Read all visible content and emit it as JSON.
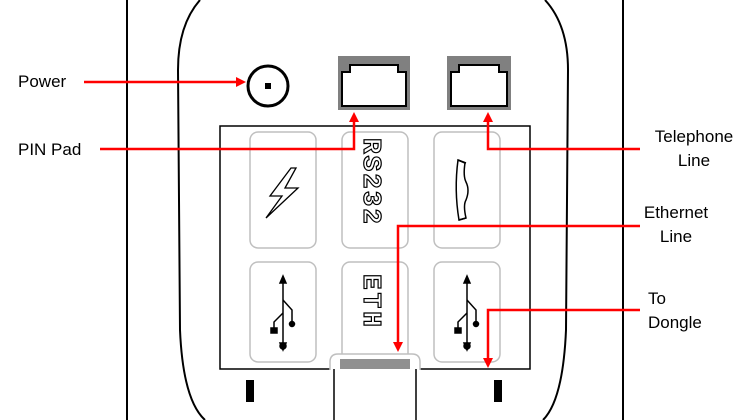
{
  "labels": {
    "power": "Power",
    "pin_pad": "PIN Pad",
    "telephone_line_1": "Telephone",
    "telephone_line_2": "Line",
    "ethernet_line_1": "Ethernet",
    "ethernet_line_2": "Line",
    "dongle_1": "To",
    "dongle_2": "Dongle"
  },
  "port_labels": {
    "rs232": "RS232",
    "eth": "ETH"
  },
  "icons": [
    "power-jack-icon",
    "rj45-jack-icon",
    "rj11-jack-icon",
    "lightning-icon",
    "telephone-handset-icon",
    "usb-icon"
  ],
  "colors": {
    "arrow": "#ff0000",
    "outline": "#000000",
    "panel_fill": "#ffffff",
    "slot_outline": "#bfbfbf",
    "jack_gray": "#808080",
    "dongle_gray": "#909090"
  }
}
